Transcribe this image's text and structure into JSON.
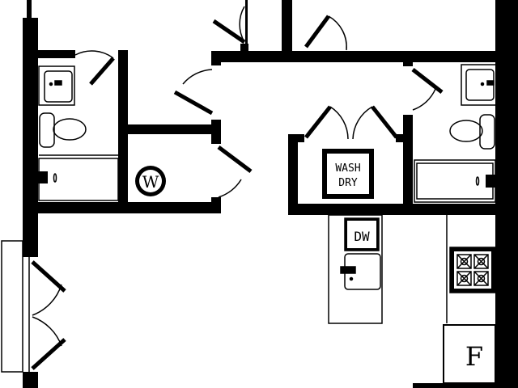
{
  "plan": {
    "water_heater_label": "W",
    "dishwasher_label": "DW",
    "washer_label": "WASH",
    "dryer_label": "DRY",
    "fridge_label": "F"
  },
  "colors": {
    "wall": "#000000",
    "fixture_stroke": "#000000",
    "background": "#ffffff"
  }
}
